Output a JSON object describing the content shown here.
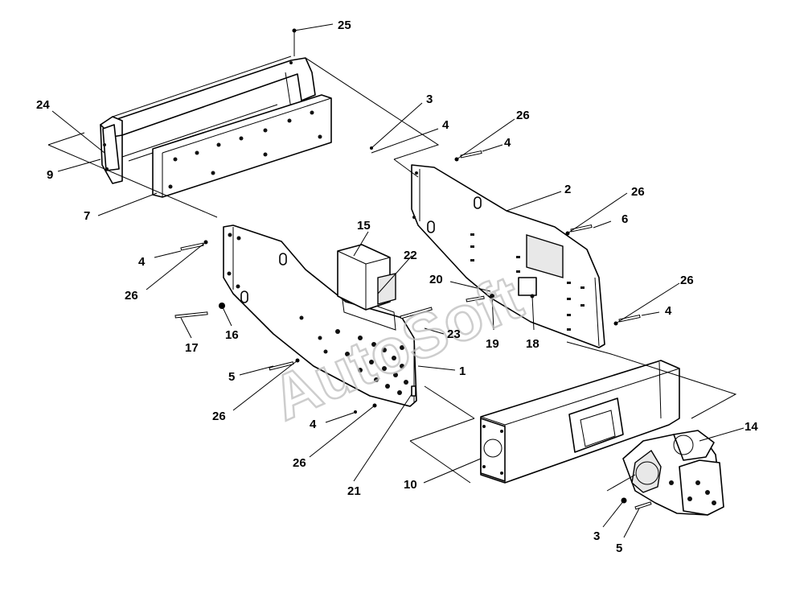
{
  "watermark": "AutoSoft",
  "callouts": {
    "c25": "25",
    "c24": "24",
    "c9": "9",
    "c7": "7",
    "c3a": "3",
    "c4a": "4",
    "c26a": "26",
    "c4b": "4",
    "c2": "2",
    "c26b": "26",
    "c6": "6",
    "c26c": "26",
    "c4c": "4",
    "c15": "15",
    "c22": "22",
    "c20": "20",
    "c19": "19",
    "c18": "18",
    "c23": "23",
    "c4d": "4",
    "c26d": "26",
    "c16": "16",
    "c17": "17",
    "c5a": "5",
    "c1": "1",
    "c26e": "26",
    "c4e": "4",
    "c26f": "26",
    "c21": "21",
    "c10": "10",
    "c14": "14",
    "c3b": "3",
    "c5b": "5"
  }
}
